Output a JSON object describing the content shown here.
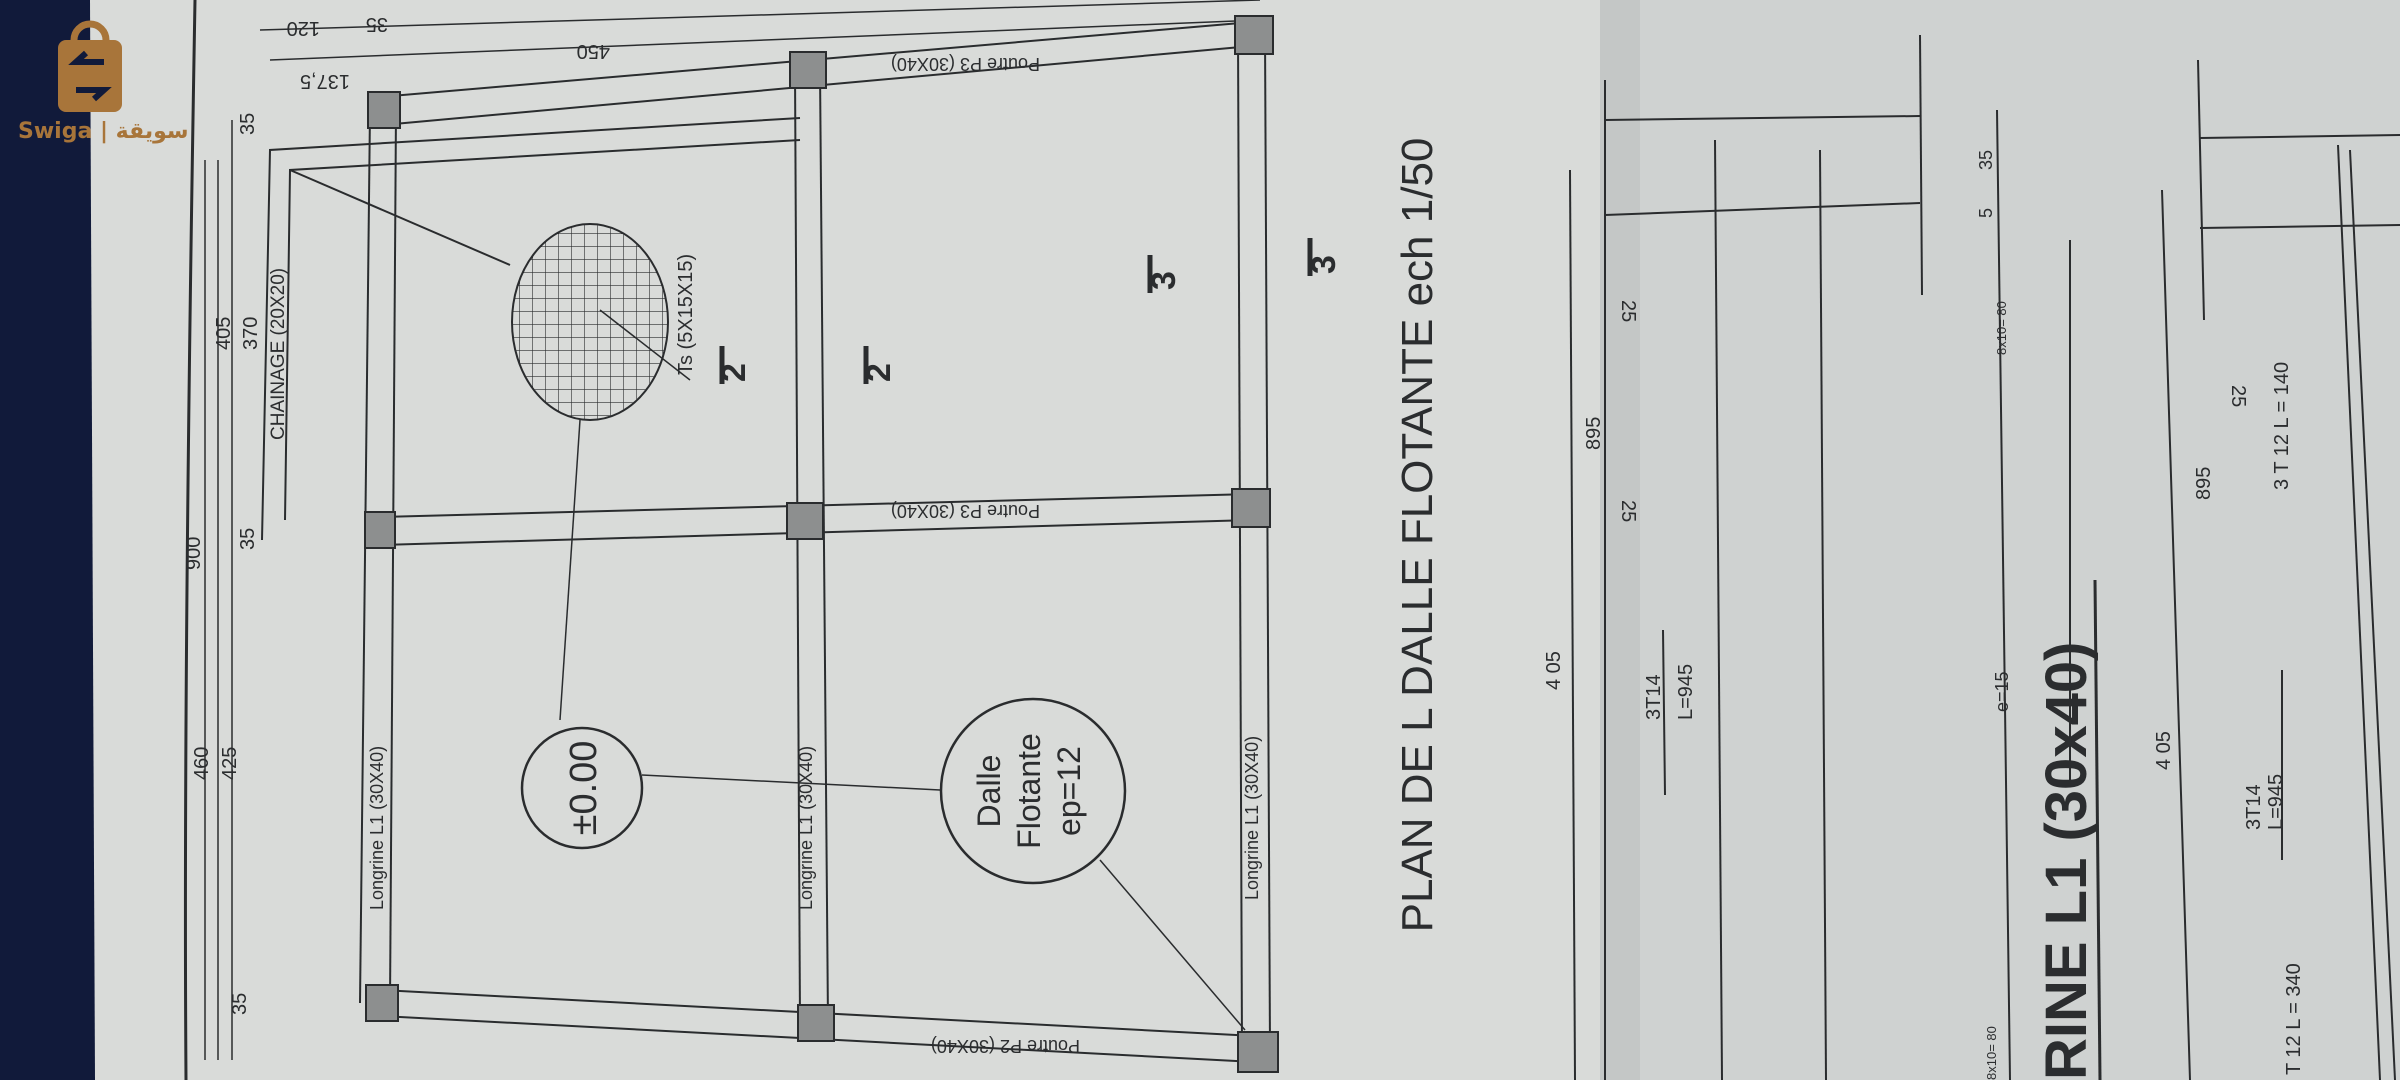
{
  "watermark": {
    "brand": "Swiga | سويقة",
    "color": "#a8753a"
  },
  "colors": {
    "paper": "#d9dbd9",
    "paper_right": "#cfd2d1",
    "ink": "#2a2c2e",
    "background": "#111a3a"
  },
  "plan": {
    "title": "PLAN DE L DALLE FLOTANTE ech 1/50",
    "top_dims": [
      "120",
      "35",
      "137,5",
      "450"
    ],
    "side_dims": {
      "total": "900",
      "d405": "405",
      "d370": "370",
      "d460": "460",
      "d425": "425",
      "d35a": "35",
      "d35b": "35",
      "d35c": "35"
    },
    "chainage": "CHAINAGE (20X20)",
    "mesh": "Ts (5X15X15)",
    "level": "±0.00",
    "slab": [
      "Dalle",
      "Flotante",
      "ep=12"
    ],
    "longrines": [
      "Longrine L1 (30X40)",
      "Longrine L1 (30X40)",
      "Longrine L1 (30X40)"
    ],
    "poutres": [
      "Poutre P3 (30X40)",
      "Poutre P3 (30X40)",
      "Poutre P2 (30X40)"
    ],
    "sections": [
      "2",
      "2",
      "3",
      "3"
    ]
  },
  "elevation": {
    "title": "RINE L1 (30x40)",
    "upper": {
      "span": "4 05",
      "bar": "3T14",
      "length": "L=945",
      "total": "895",
      "hook1": "25",
      "hook2": "25"
    },
    "stirrups": {
      "spacing1": "8x10= 80",
      "d5": "5",
      "d35": "35",
      "e": "e=15",
      "spacing2": "8x10= 80"
    },
    "lower": {
      "span": "4 05",
      "bar": "3T14",
      "length": "L=945",
      "total": "895",
      "hook": "25",
      "bar2": "3 T 12 L = 140",
      "bar3": "T 12 L = 340"
    }
  }
}
